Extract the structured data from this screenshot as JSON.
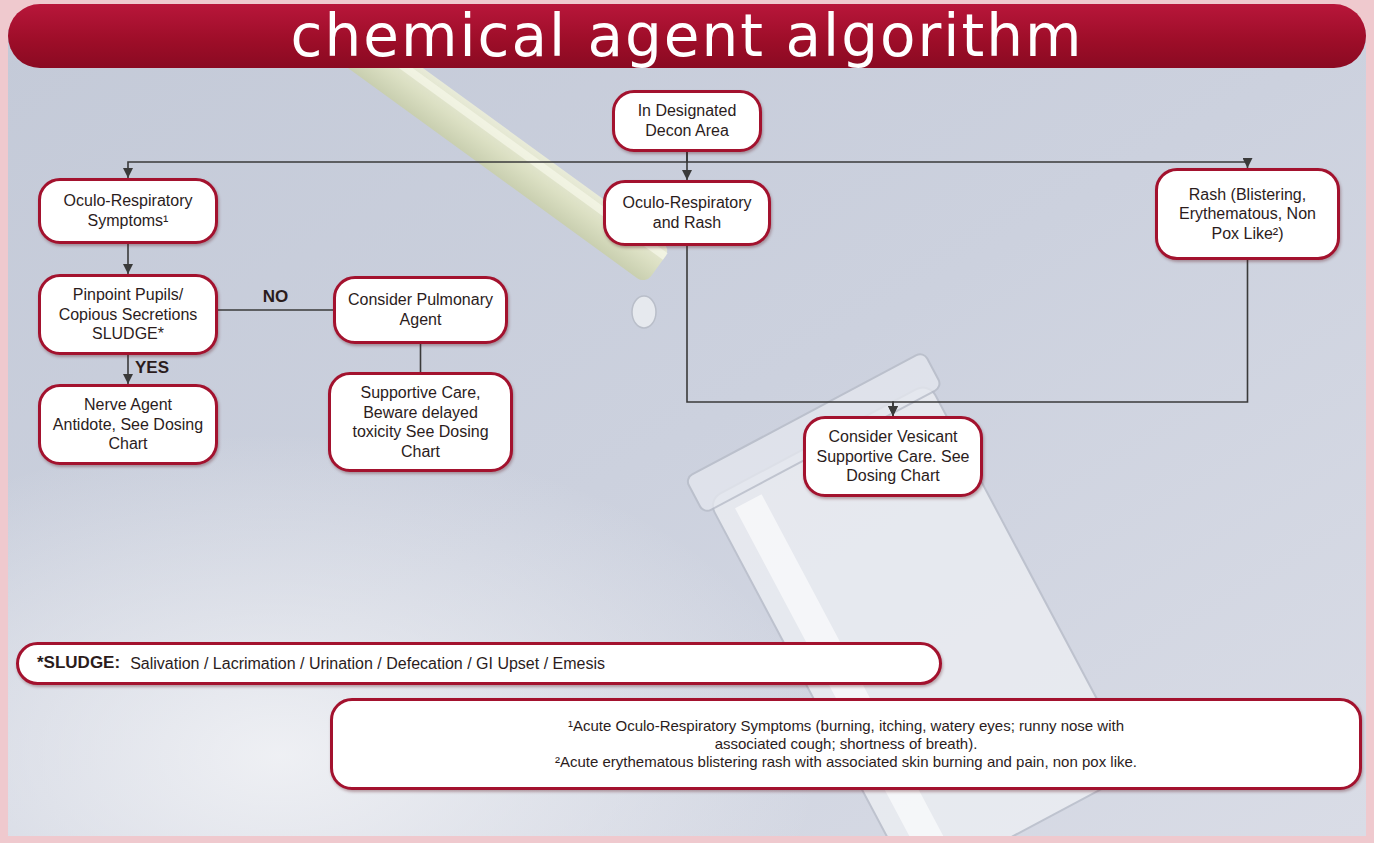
{
  "diagram": {
    "title": "chemical agent algorithm",
    "nodes": [
      {
        "text": [
          "In Designated Decon Area"
        ]
      },
      {
        "text": [
          "Oculo-Respiratory Symptoms¹"
        ]
      },
      {
        "text": [
          "Oculo-Respiratory and Rash"
        ]
      },
      {
        "text": [
          "Rash (Blistering, Erythematous, Non Pox Like²)"
        ]
      },
      {
        "text": [
          "Pinpoint Pupils/ Copious Secretions SLUDGE*"
        ]
      },
      {
        "text": [
          "Consider Pulmonary Agent"
        ]
      },
      {
        "text": [
          "Nerve Agent Antidote, See Dosing Chart"
        ]
      },
      {
        "text": [
          "Supportive Care, Beware delayed toxicity See Dosing Chart"
        ]
      },
      {
        "text": [
          "Consider Vesicant Supportive Care. See Dosing Chart"
        ]
      },
      {
        "text": [
          "*SLUDGE:",
          "Salivation / Lacrimation / Urination / Defecation / GI Upset / Emesis"
        ]
      },
      {
        "text": [
          "¹Acute Oculo-Respiratory Symptoms (burning, itching, watery eyes; runny nose with associated cough; shortness of breath).",
          "²Acute erythematous blistering rash with associated skin burning and pain, non pox like."
        ]
      }
    ],
    "edges": [
      {
        "from": 0,
        "to": 1,
        "arrow": "to"
      },
      {
        "from": 0,
        "to": 2,
        "arrow": "to"
      },
      {
        "from": 0,
        "to": 3,
        "arrow": "to"
      },
      {
        "from": 1,
        "to": 4,
        "arrow": "to"
      },
      {
        "from": 4,
        "to": 6,
        "label": "YES",
        "arrow": "to"
      },
      {
        "from": 4,
        "to": 5,
        "label": "NO",
        "arrow": "none"
      },
      {
        "from": 5,
        "to": 7,
        "arrow": "none"
      },
      {
        "from": 2,
        "to": 8,
        "arrow": "to"
      },
      {
        "from": 3,
        "to": 8,
        "arrow": "to"
      }
    ]
  }
}
